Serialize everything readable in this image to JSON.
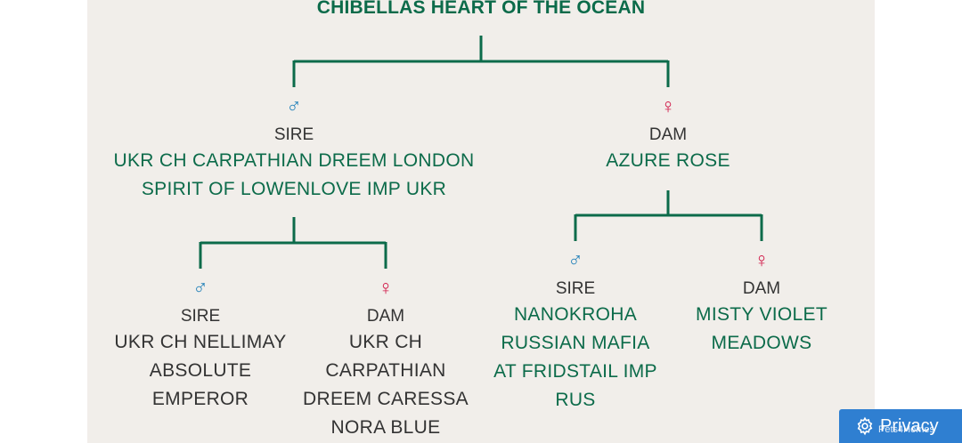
{
  "title": "CHIBELLAS HEART OF THE OCEAN",
  "symbols": {
    "male": "♂",
    "female": "♀"
  },
  "sire": {
    "role": "SIRE",
    "name_lines": [
      "UKR CH CARPATHIAN DREEM LONDON",
      "SPIRIT OF LOWENLOVE IMP UKR"
    ],
    "sire": {
      "role": "SIRE",
      "name_lines": [
        "UKR CH NELLIMAY",
        "ABSOLUTE",
        "EMPEROR"
      ]
    },
    "dam": {
      "role": "DAM",
      "name_lines": [
        "UKR CH",
        "CARPATHIAN",
        "DREEM CARESSA",
        "NORA BLUE"
      ]
    }
  },
  "dam": {
    "role": "DAM",
    "name_lines": [
      "AZURE ROSE"
    ],
    "sire": {
      "role": "SIRE",
      "name_lines": [
        "NANOKROHA",
        "RUSSIAN MAFIA",
        "AT FRIDSTAIL IMP",
        "RUS"
      ]
    },
    "dam": {
      "role": "DAM",
      "name_lines": [
        "MISTY VIOLET",
        "MEADOWS"
      ]
    }
  },
  "privacy": {
    "label": "Privacy",
    "overlay": "Pets4Homes"
  },
  "colors": {
    "green": "#0c6b4a",
    "male": "#1f7fb8",
    "female": "#d11b4a",
    "panel": "#f1eeea",
    "privacy": "#2f7fd1"
  },
  "icons": {
    "privacy": "gear-icon"
  }
}
